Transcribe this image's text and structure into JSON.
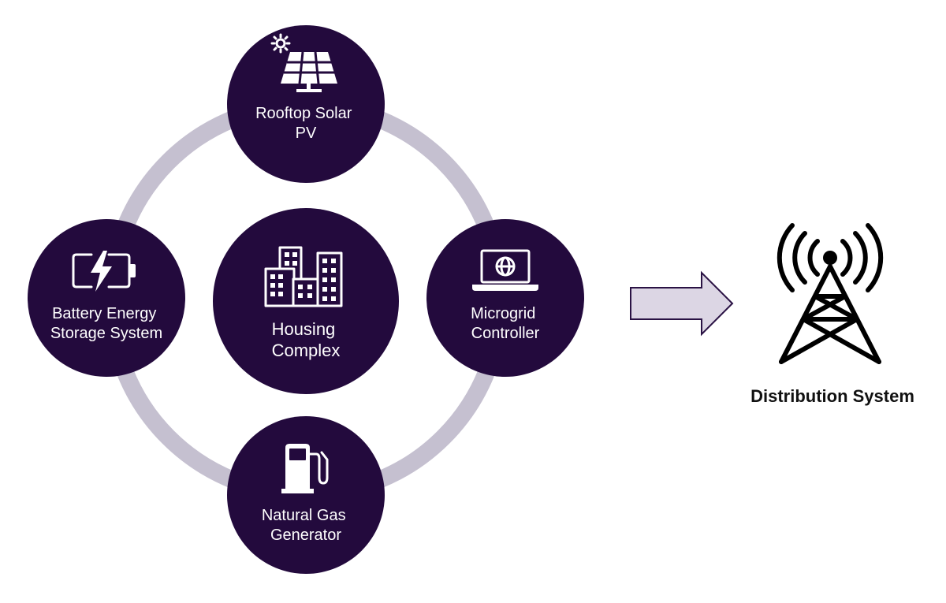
{
  "colors": {
    "node_fill": "#230a3d",
    "ring": "#c5c0d0",
    "arrow_fill": "#dcd6e4",
    "arrow_stroke": "#2a1244",
    "tower": "#000000"
  },
  "center": {
    "label_lines": [
      "Housing",
      "Complex"
    ],
    "icon": "office-buildings-icon"
  },
  "nodes": {
    "top": {
      "label_lines": [
        "Rooftop Solar",
        "PV"
      ],
      "icon": "solar-panel-icon"
    },
    "right": {
      "label_lines": [
        "Microgrid",
        "Controller"
      ],
      "icon": "laptop-globe-icon"
    },
    "bottom": {
      "label_lines": [
        "Natural Gas",
        "Generator"
      ],
      "icon": "fuel-pump-icon"
    },
    "left": {
      "label_lines": [
        "Battery Energy",
        "Storage System"
      ],
      "icon": "battery-charging-icon"
    }
  },
  "connector": {
    "icon": "arrow-right-icon"
  },
  "distribution": {
    "label": "Distribution System",
    "icon": "transmission-tower-icon"
  }
}
